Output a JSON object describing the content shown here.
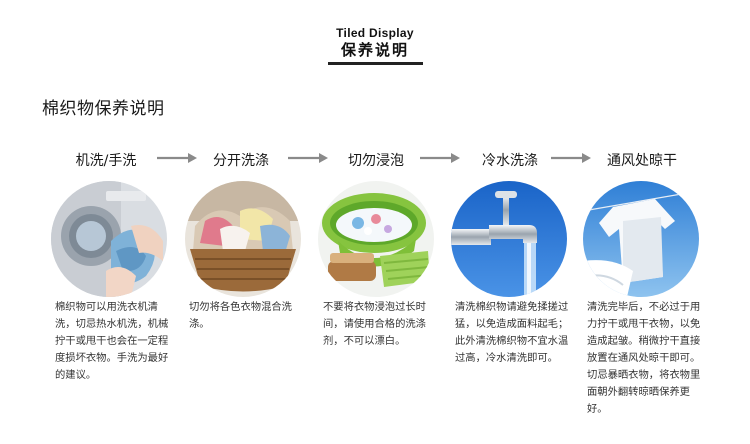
{
  "header": {
    "title_en": "Tiled Display",
    "title_cn": "保养说明"
  },
  "section_title": "棉织物保养说明",
  "steps": [
    {
      "label": "机洗/手洗",
      "desc": "棉织物可以用洗衣机清洗，切忌热水机洗，机械拧干或甩干也会在一定程度损坏衣物。手洗为最好的建议。"
    },
    {
      "label": "分开洗涤",
      "desc": "切勿将各色衣物混合洗涤。"
    },
    {
      "label": "切勿浸泡",
      "desc": "不要将衣物浸泡过长时间，请使用合格的洗涤剂，不可以漂白。"
    },
    {
      "label": "冷水洗涤",
      "desc": "清洗棉织物请避免揉搓过猛，以免造成面料起毛；此外清洗棉织物不宜水温过高，冷水清洗即可。"
    },
    {
      "label": "通风处晾干",
      "desc": "清洗完毕后，不必过于用力拧干或甩干衣物，以免造成起皱。稍微拧干直接放置在通风处晾干即可。切忌暴晒衣物，将衣物里面朝外翻转晾晒保养更好。"
    }
  ],
  "colors": {
    "arrow": "#8a8a8a",
    "text": "#333333"
  }
}
